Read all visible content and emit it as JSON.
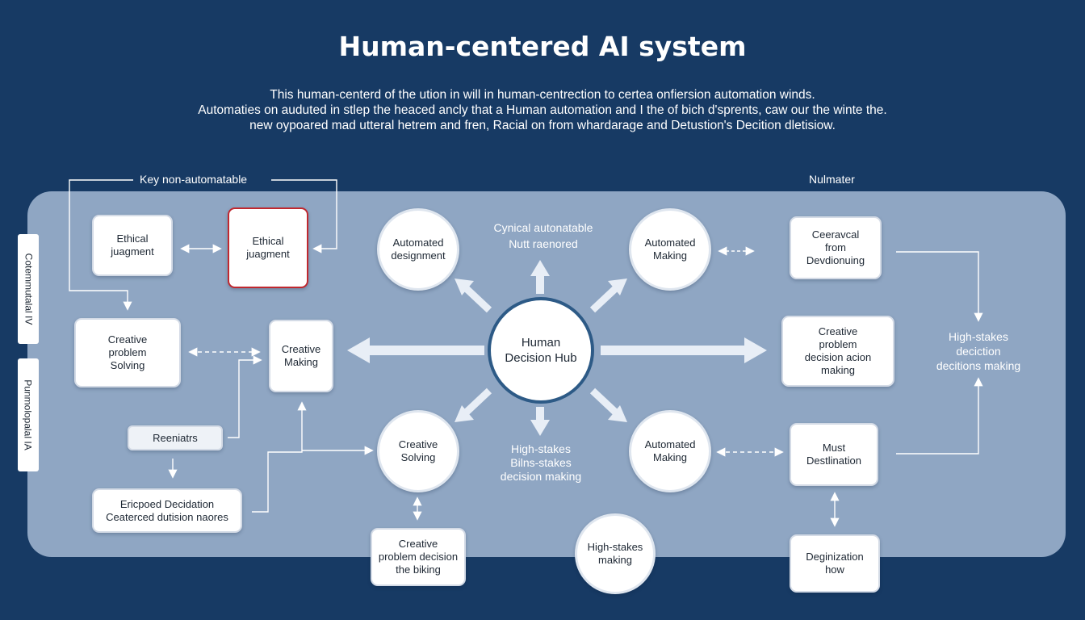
{
  "header": {
    "title": "Human-centered AI system",
    "subtitle_lines": [
      "This human-centerd of the ution in will in human-centrection to certea onfiersion automation winds.",
      "Automaties on auduted in stlep the heaced ancly that a Human automation and I the of bich d'sprents, caw our the winte the.",
      "new oypoared mad utteral hetrem and fren, Racial on from whardarage and Detustion's Decition dletisiow."
    ]
  },
  "labels": {
    "key_non_automatable": "Key non-automatable",
    "nulmater": "Nulmater",
    "cynical_line1": "Cynical autonatable",
    "cynical_line2": "Nutt raenored",
    "high_stakes_right_1": "High-stakes",
    "high_stakes_right_2": "deciction",
    "high_stakes_right_3": "decitions making",
    "high_stakes_center_1": "High-stakes",
    "high_stakes_center_2": "Bilns-stakes",
    "high_stakes_center_3": "decision making"
  },
  "side_tabs": {
    "top": "Cotemmutalal IV",
    "bottom": "Punmolopalal IA"
  },
  "hub": {
    "line1": "Human",
    "line2": "Decision Hub"
  },
  "boxes": {
    "ethical_1": [
      "Ethical",
      "juagment"
    ],
    "ethical_2": [
      "Ethical",
      "juagment"
    ],
    "creative_problem": [
      "Creative",
      "problem",
      "Solving"
    ],
    "creative_making": [
      "Creative",
      "Making"
    ],
    "reeniatrs": [
      "Reeniatrs"
    ],
    "ericped": [
      "Ericpoed Decidation",
      "Ceaterced dutision naores"
    ],
    "creative_bottom": [
      "Creative",
      "problem decision",
      "the biking"
    ],
    "ceeravcal": [
      "Ceeravcal",
      "from",
      "Devdionuing"
    ],
    "creative_right": [
      "Creative",
      "problem",
      "decision acion",
      "making"
    ],
    "must": [
      "Must",
      "Destlination"
    ],
    "deginization": [
      "Deginization",
      "how"
    ]
  },
  "circles": {
    "automated_designment": [
      "Automated",
      "designment"
    ],
    "automated_making_top": [
      "Automated",
      "Making"
    ],
    "creative_solving": [
      "Creative",
      "Solving"
    ],
    "automated_making_bottom": [
      "Automated",
      "Making"
    ],
    "high_stakes_making": [
      "High-stakes",
      "making"
    ]
  },
  "colors": {
    "background": "#173a64",
    "panel": "#8fa6c3",
    "accent_red": "#c0282f",
    "hub_ring": "#2d5a86"
  }
}
